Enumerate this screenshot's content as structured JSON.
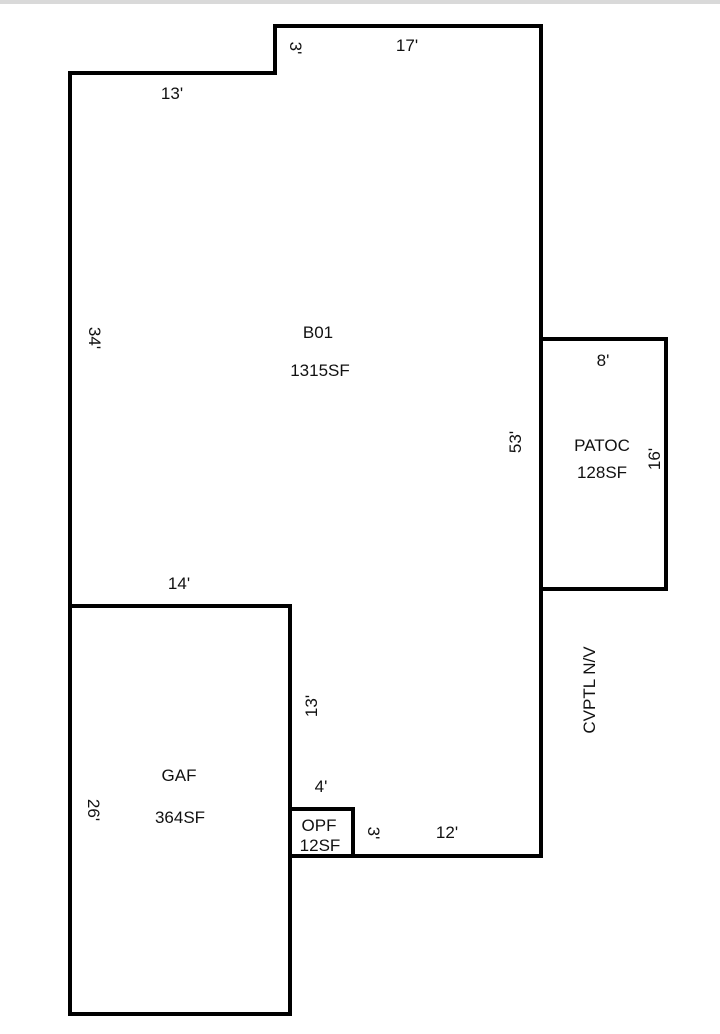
{
  "areas": {
    "main": {
      "code": "B01",
      "area": "1315SF"
    },
    "patio": {
      "code": "PATOC",
      "area": "128SF"
    },
    "garage": {
      "code": "GAF",
      "area": "364SF"
    },
    "porch": {
      "code": "OPF",
      "area": "12SF"
    }
  },
  "dimensions": {
    "top_right": "17'",
    "top_step": "3'",
    "top_left": "13'",
    "left_main": "34'",
    "right_main": "53'",
    "patio_top": "8'",
    "patio_right": "16'",
    "garage_top": "14'",
    "garage_right": "13'",
    "garage_left": "26'",
    "porch_top": "4'",
    "porch_right": "3'",
    "bottom_right": "12'"
  },
  "notes": {
    "side_note": "CVPTL N/V"
  },
  "colors": {
    "line": "#000000",
    "background": "#ffffff"
  }
}
